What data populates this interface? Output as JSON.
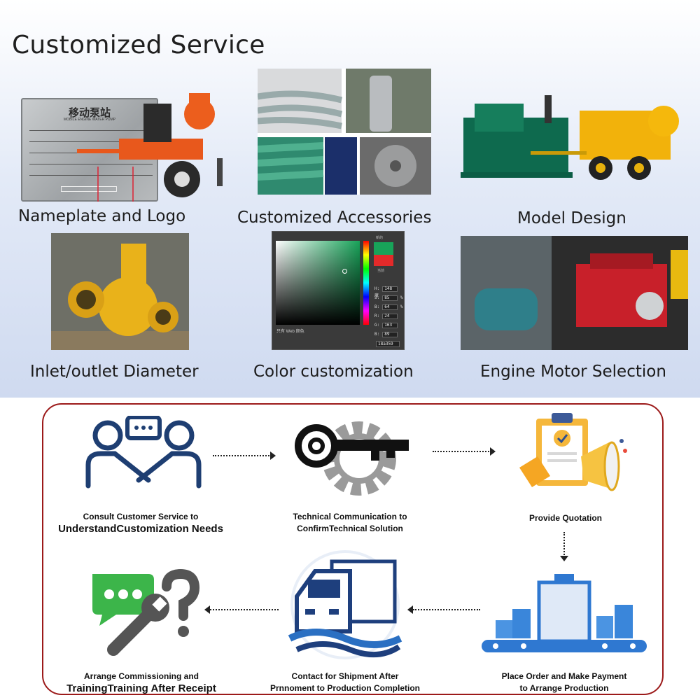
{
  "header": {
    "title": "Customized Service"
  },
  "services": [
    {
      "label": "Nameplate and Logo"
    },
    {
      "label": "Customized Accessories"
    },
    {
      "label": "Model Design"
    },
    {
      "label": "Inlet/outlet Diameter"
    },
    {
      "label": "Color customization"
    },
    {
      "label": "Engine Motor Selection"
    }
  ],
  "nameplate": {
    "title": "移动泵站",
    "subtitle": "MOBILE ENGINE WATER PUMP"
  },
  "color_picker": {
    "current_label": "新的",
    "old_label": "当前",
    "fields": [
      {
        "key": "H:",
        "value": "148",
        "unit": "度"
      },
      {
        "key": "S:",
        "value": "85",
        "unit": "%"
      },
      {
        "key": "B:",
        "value": "64",
        "unit": "%"
      },
      {
        "key": "R:",
        "value": "24",
        "unit": ""
      },
      {
        "key": "G:",
        "value": "163",
        "unit": ""
      },
      {
        "key": "B:",
        "value": "89",
        "unit": ""
      }
    ],
    "web_only": "只有 Web 颜色",
    "hex": "18a359",
    "new_color": "#18a359",
    "old_color": "#e32a2a"
  },
  "process": {
    "steps": [
      {
        "icon": "handshake-consult-icon",
        "line1": "Consult Customer Service to",
        "line2": "UnderstandCustomization Needs"
      },
      {
        "icon": "gear-key-icon",
        "line1": "Technical Communication to",
        "line2": "ConfirmTechnical Solution"
      },
      {
        "icon": "quotation-clipboard-icon",
        "line1": "Provide Quotation",
        "line2": ""
      },
      {
        "icon": "factory-production-icon",
        "line1": "Place Order and Make Payment",
        "line2": "to Arrange Production"
      },
      {
        "icon": "shipping-truck-icon",
        "line1": "Contact for Shipment After",
        "line2": "Prnnoment to Production Completion"
      },
      {
        "icon": "support-wrench-icon",
        "line1": "Arrange Commissioning and",
        "line2": "TrainingTraining After Receipt"
      }
    ]
  },
  "colors": {
    "border": "#9c1a1a",
    "icon_blue": "#1e3e72",
    "icon_green": "#3cb54a"
  }
}
